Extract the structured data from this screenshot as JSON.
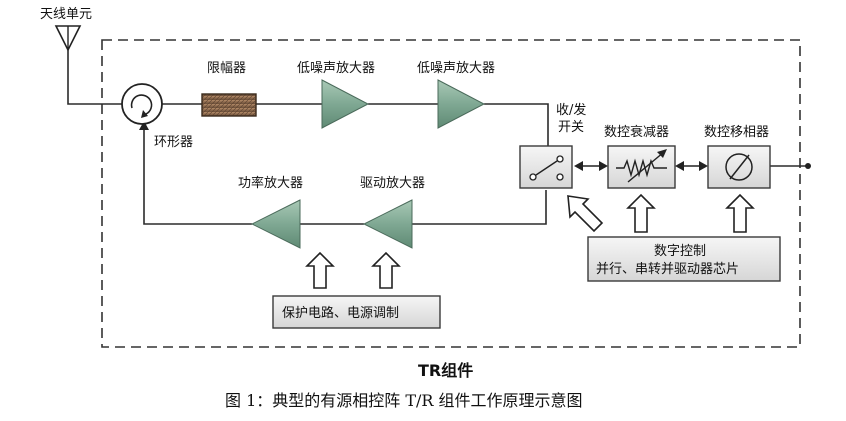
{
  "labels": {
    "antenna": "天线单元",
    "limiter": "限幅器",
    "lna1": "低噪声放大器",
    "lna2": "低噪声放大器",
    "switch_line1": "收/发",
    "switch_line2": "开关",
    "circulator": "环形器",
    "attenuator": "数控衰减器",
    "phase_shifter": "数控移相器",
    "power_amp": "功率放大器",
    "driver_amp": "驱动放大器",
    "digital_line1": "数字控制",
    "digital_line2": "并行、串转并驱动器芯片",
    "protection": "保护电路、电源调制",
    "module": "TR组件"
  },
  "caption": "图 1：典型的有源相控阵 T/R 组件工作原理示意图",
  "colors": {
    "amp_fill": "#7fa893",
    "block_fill": "#e6e6e6",
    "limiter_fill": "#8c6a4e",
    "line": "#2b2b2b"
  }
}
